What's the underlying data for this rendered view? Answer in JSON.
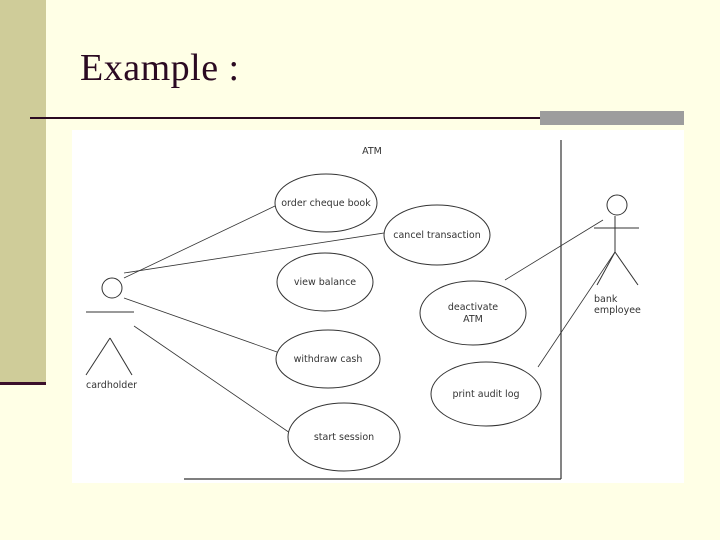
{
  "slide": {
    "title": "Example :"
  },
  "diagram": {
    "system_name": "ATM",
    "actors": {
      "cardholder": "cardholder",
      "bank_employee_line1": "bank",
      "bank_employee_line2": "employee"
    },
    "use_cases": {
      "order_cheque_book": "order cheque book",
      "cancel_transaction": "cancel transaction",
      "view_balance": "view balance",
      "deactivate_line1": "deactivate",
      "deactivate_line2": "ATM",
      "withdraw_cash": "withdraw cash",
      "print_audit_log": "print audit log",
      "start_session": "start session"
    }
  }
}
